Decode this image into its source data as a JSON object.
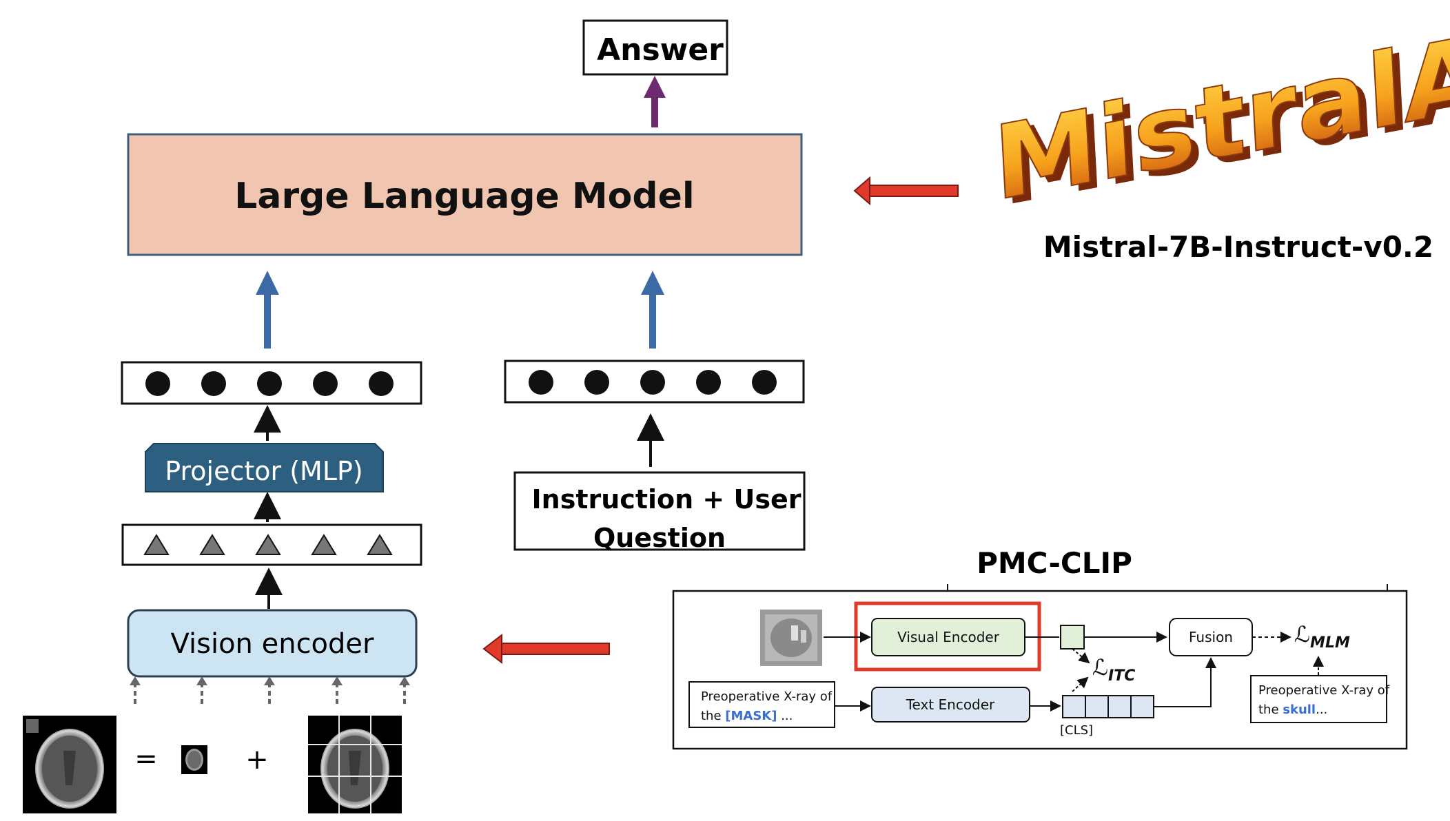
{
  "answer": "Answer",
  "llm": "Large Language Model",
  "mistral_logo_text": "MistralAI",
  "mistral_model": "Mistral-7B-Instruct-v0.2",
  "projector": "Projector (MLP)",
  "vision_encoder": "Vision encoder",
  "instruction_line1": "Instruction + User",
  "instruction_line2": "Question",
  "equals": "=",
  "plus": "+",
  "pmc_clip": {
    "title": "PMC-CLIP",
    "visual_encoder": "Visual Encoder",
    "text_encoder": "Text Encoder",
    "fusion": "Fusion",
    "cls": "[CLS]",
    "loss_mlm_main": "ℒ",
    "loss_mlm_sub": "MLM",
    "loss_itc_main": "ℒ",
    "loss_itc_sub": "ITC",
    "input_text_line1": "Preoperative X-ray of",
    "input_text_line2_pre": "the ",
    "input_text_line2_mask": "[MASK]",
    "input_text_line2_post": " ...",
    "output_text_line1": "Preoperative X-ray of",
    "output_text_line2_pre": "the ",
    "output_text_line2_word": "skull",
    "output_text_line2_post": "..."
  },
  "colors": {
    "llm_fill": "#f0c6b0",
    "llm_stroke": "#3f5f7f",
    "projector_fill": "#2d5f80",
    "vision_fill": "#cde4f2",
    "blue_arrow": "#3c6aa6",
    "purple_arrow": "#6e2a6e",
    "red_arrow": "#e23a2a",
    "mask_blue": "#3a6fd0",
    "visual_enc_fill": "#e2f0d9",
    "text_enc_fill": "#dde6f3"
  }
}
